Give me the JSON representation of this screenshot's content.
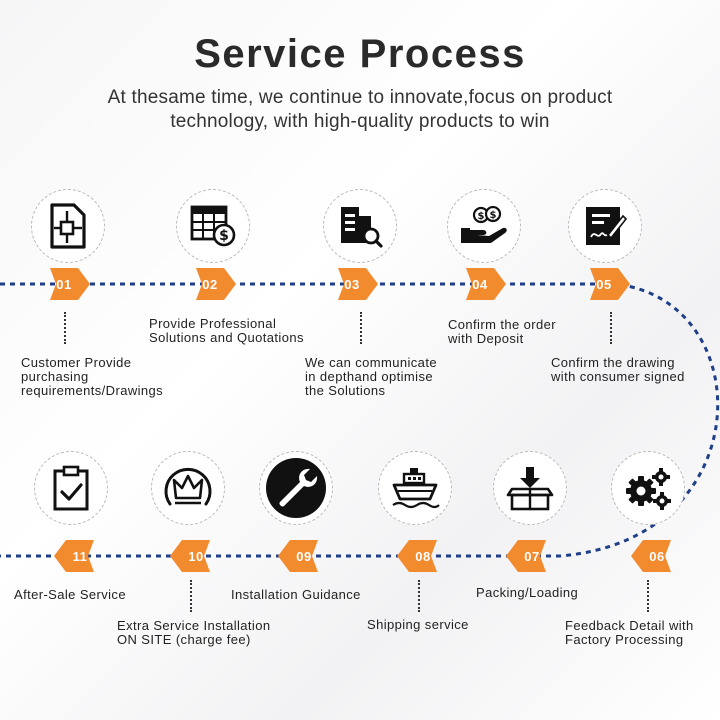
{
  "header": {
    "title": "Service Process",
    "subtitle_line1": "At thesame time, we continue to innovate,focus on product",
    "subtitle_line2": "technology, with high-quality products to win"
  },
  "colors": {
    "accent": "#f28a2e",
    "line": "#1f3f8a",
    "icon": "#111111"
  },
  "steps": [
    {
      "num": "01",
      "icon": "drawing-document-icon",
      "lines": [
        "Customer Provide",
        "purchasing",
        "requirements/Drawings"
      ]
    },
    {
      "num": "02",
      "icon": "quotation-table-icon",
      "lines": [
        "Provide Professional",
        "Solutions and Quotations"
      ]
    },
    {
      "num": "03",
      "icon": "documents-search-icon",
      "lines": [
        "We can communicate",
        "in depthand optimise",
        "the Solutions"
      ]
    },
    {
      "num": "04",
      "icon": "hand-coins-icon",
      "lines": [
        "Confirm the order",
        "with Deposit"
      ]
    },
    {
      "num": "05",
      "icon": "signed-document-icon",
      "lines": [
        "Confirm the drawing",
        "with consumer signed"
      ]
    },
    {
      "num": "06",
      "icon": "gears-icon",
      "lines": [
        "Feedback Detail with",
        "Factory Processing"
      ]
    },
    {
      "num": "07",
      "icon": "package-box-icon",
      "lines": [
        "Packing/Loading"
      ]
    },
    {
      "num": "08",
      "icon": "ship-icon",
      "lines": [
        "Shipping service"
      ]
    },
    {
      "num": "09",
      "icon": "wrench-icon",
      "lines": [
        "Installation Guidance"
      ]
    },
    {
      "num": "10",
      "icon": "crown-icon",
      "lines": [
        "Extra Service Installation",
        "ON SITE (charge fee)"
      ]
    },
    {
      "num": "11",
      "icon": "checklist-icon",
      "lines": [
        "After-Sale Service"
      ]
    }
  ]
}
